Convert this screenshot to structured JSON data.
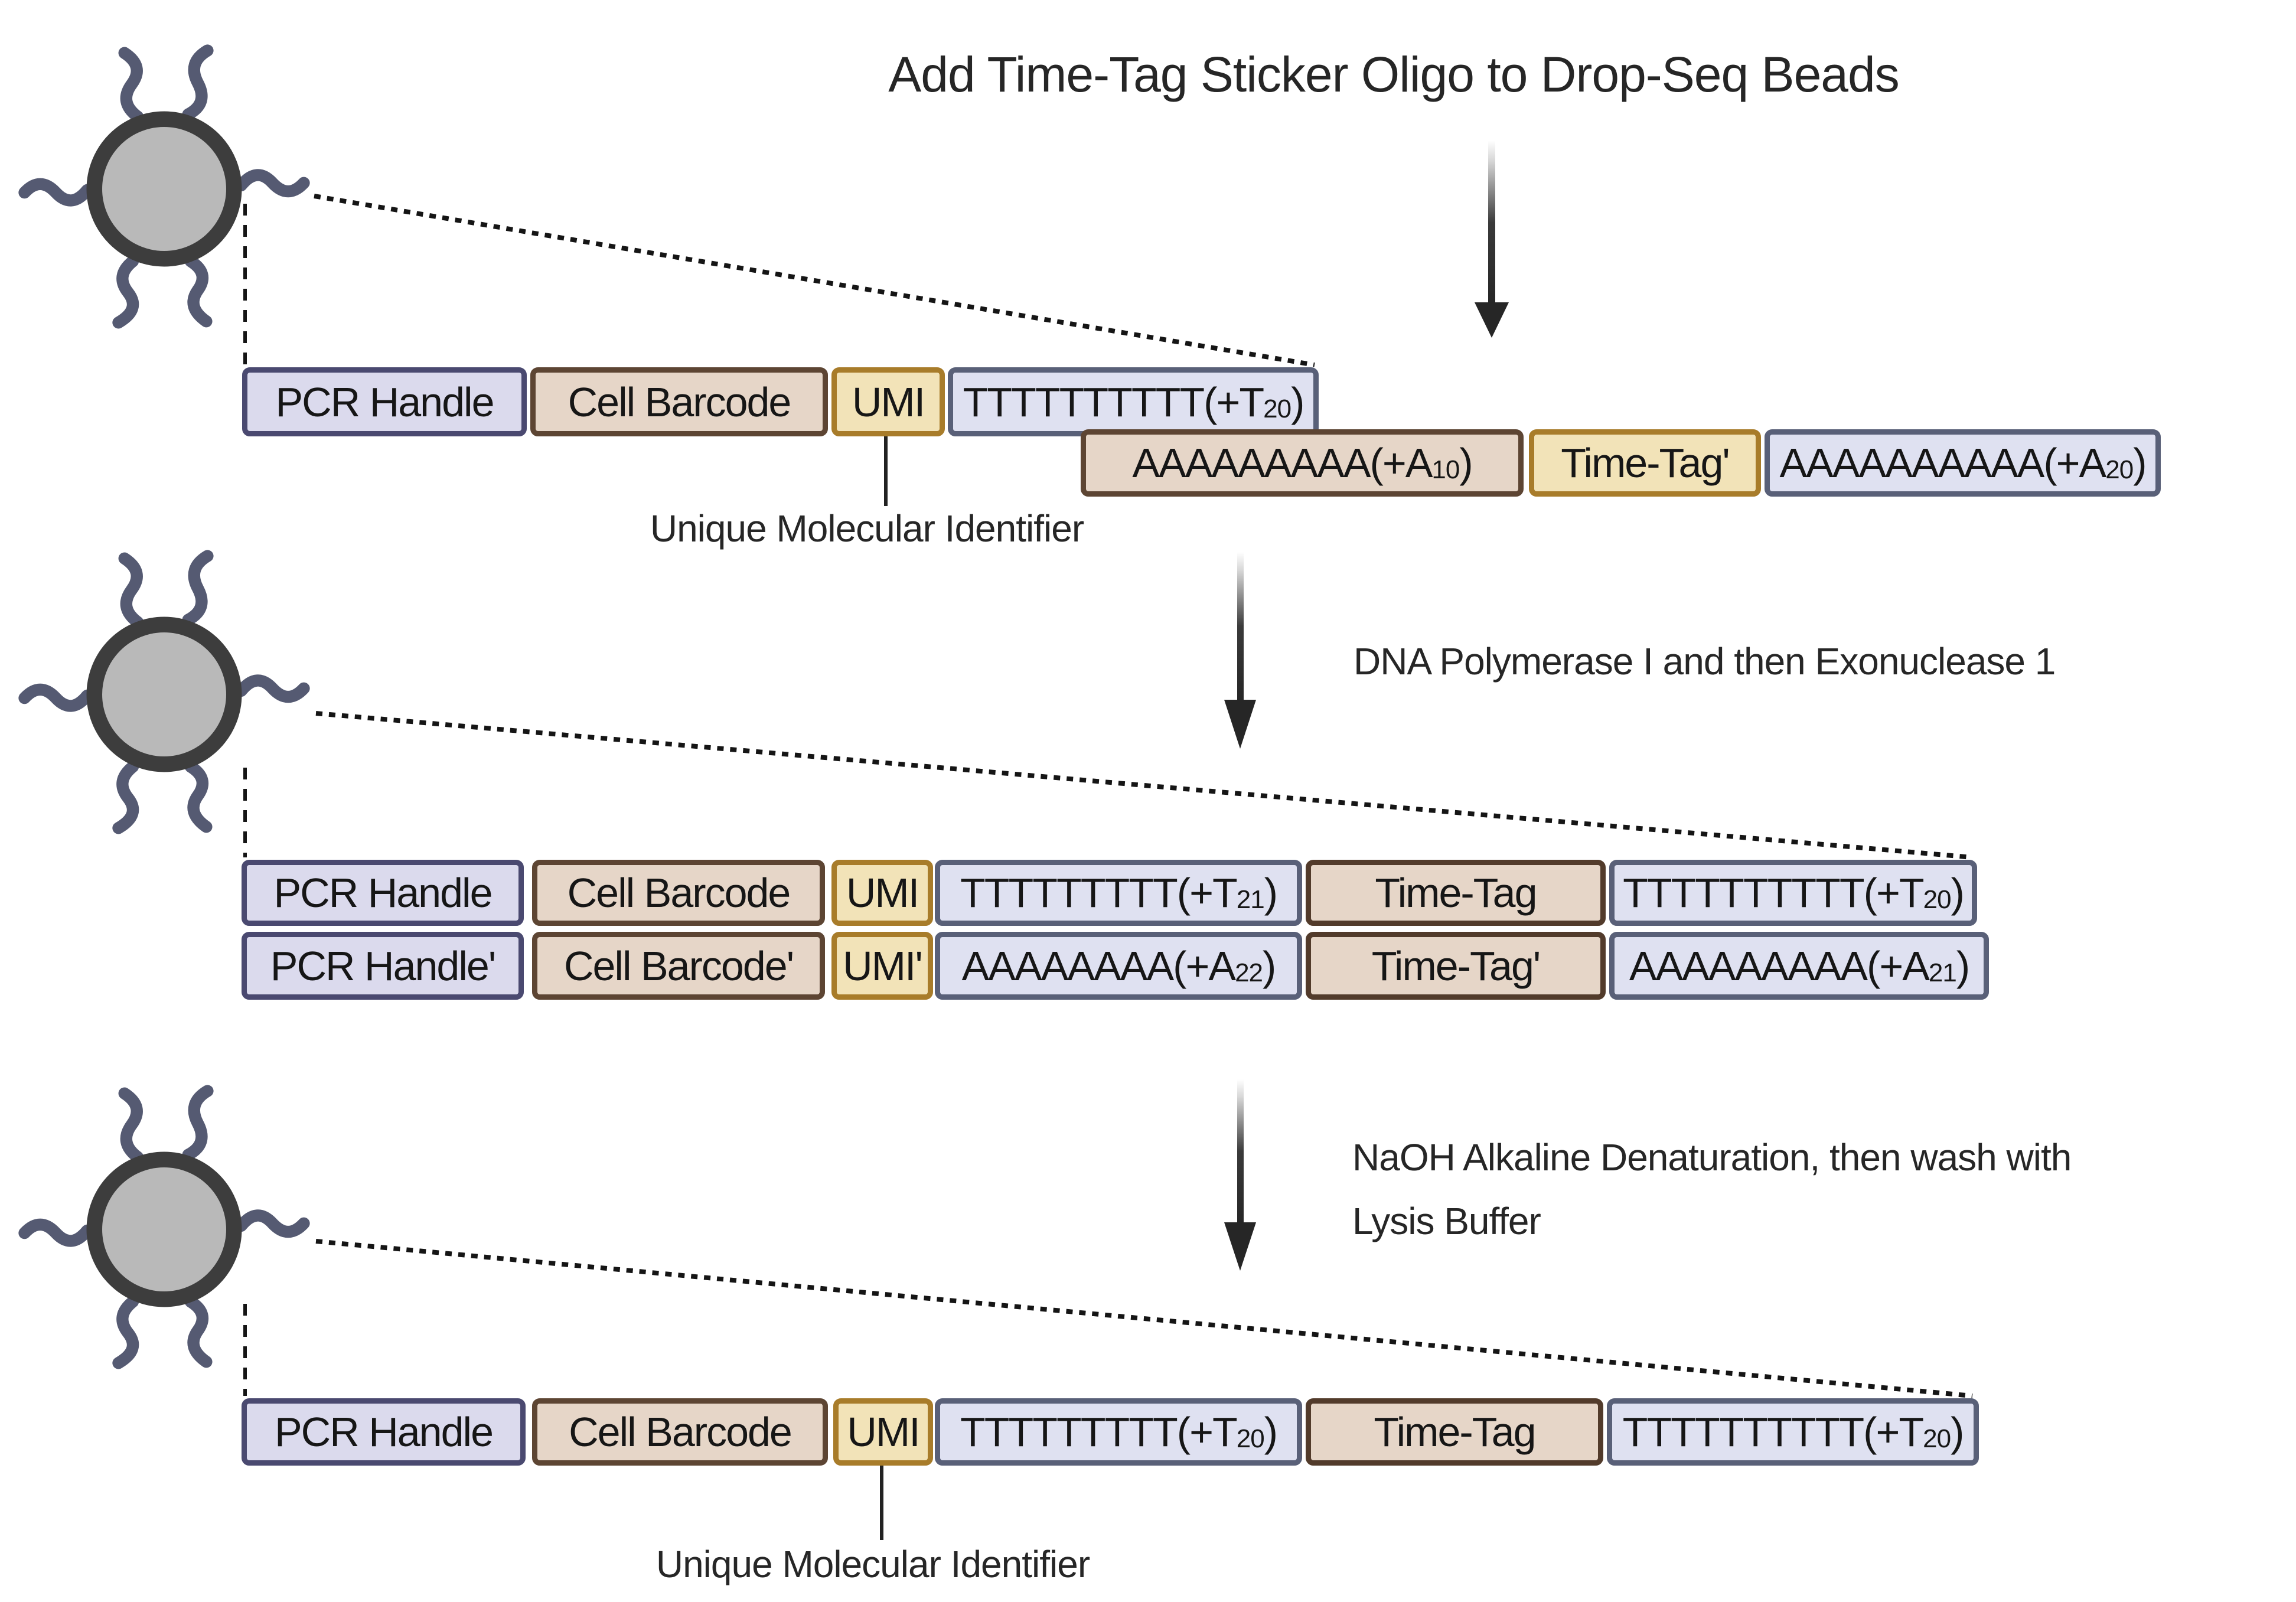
{
  "title": "Add Time-Tag Sticker Oligo to Drop-Seq Beads",
  "colors": {
    "pcr_fill": "#dbdaed",
    "pcr_border": "#4a4970",
    "barcode_fill": "#e6d6c8",
    "barcode_border": "#5d4533",
    "umi_fill": "#f2e3b8",
    "umi_border": "#a87c2a",
    "seq_fill": "#dfe1f1",
    "seq_border": "#596078",
    "timetag_gold_fill": "#f2e3b8",
    "timetag_gold_border": "#a87c2a",
    "timetag_tan_border": "#523b2b",
    "bead_fill": "#b9b9b9",
    "bead_outline": "#3d3d3d",
    "bead_arm": "#555a72",
    "arrow": "#262626",
    "connector": "#151515",
    "text": "#262626"
  },
  "stage1": {
    "row1": [
      {
        "label": "PCR Handle"
      },
      {
        "label": "Cell Barcode"
      },
      {
        "label": "UMI"
      },
      {
        "label": "TTTTTTTTTT(+T",
        "sub": "20",
        "suffix": ")"
      }
    ],
    "row2": [
      {
        "label": "AAAAAAAAA(+A",
        "sub": "10",
        "suffix": ")"
      },
      {
        "label": "Time-Tag'"
      },
      {
        "label": "AAAAAAAAAA(+A",
        "sub": "20",
        "suffix": ")"
      }
    ],
    "umi_caption": "Unique Molecular Identifier"
  },
  "step2_label": "DNA Polymerase I and then Exonuclease 1",
  "stage2": {
    "row1": [
      {
        "label": "PCR Handle"
      },
      {
        "label": "Cell Barcode"
      },
      {
        "label": "UMI"
      },
      {
        "label": "TTTTTTTTT(+T",
        "sub": "21",
        "suffix": ")"
      },
      {
        "label": "Time-Tag"
      },
      {
        "label": "TTTTTTTTTT(+T",
        "sub": "20",
        "suffix": ")"
      }
    ],
    "row2": [
      {
        "label": "PCR Handle'"
      },
      {
        "label": "Cell Barcode'"
      },
      {
        "label": "UMI'"
      },
      {
        "label": "AAAAAAAA(+A",
        "sub": "22",
        "suffix": ")"
      },
      {
        "label": "Time-Tag'"
      },
      {
        "label": "AAAAAAAAA(+A",
        "sub": "21",
        "suffix": ")"
      }
    ]
  },
  "step3_label_line1": "NaOH Alkaline Denaturation, then wash with",
  "step3_label_line2": "Lysis Buffer",
  "stage3": {
    "row": [
      {
        "label": "PCR Handle"
      },
      {
        "label": "Cell Barcode"
      },
      {
        "label": "UMI"
      },
      {
        "label": "TTTTTTTTT(+T",
        "sub": "20",
        "suffix": ")"
      },
      {
        "label": "Time-Tag"
      },
      {
        "label": "TTTTTTTTTT(+T",
        "sub": "20",
        "suffix": ")"
      }
    ],
    "umi_caption": "Unique Molecular Identifier"
  }
}
